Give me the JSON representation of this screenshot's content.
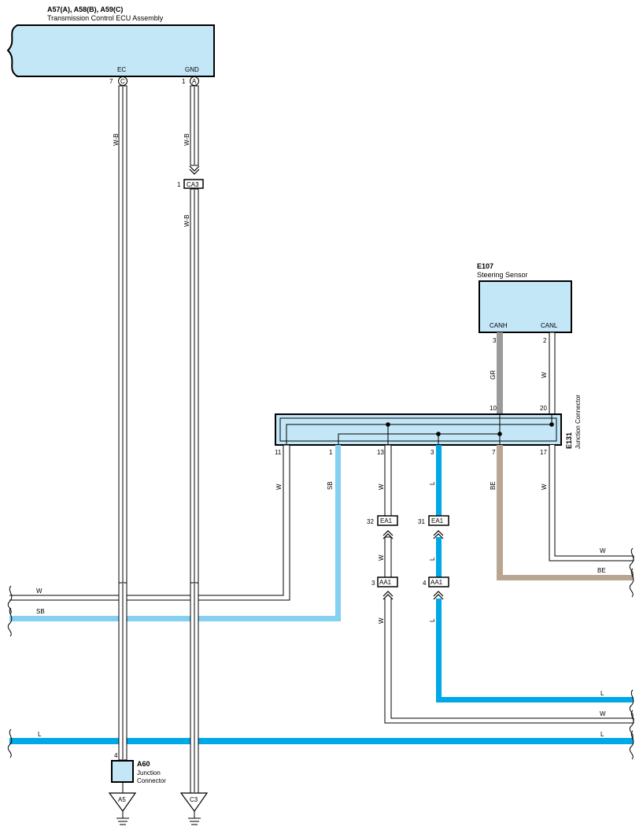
{
  "colors": {
    "component_fill": "#c4e7f7",
    "outline": "#000000",
    "wire_white": "#ffffff",
    "wire_light_blue": "#84d0f0",
    "wire_blue": "#00a9e6",
    "wire_gray": "#9a9a9a",
    "wire_beige": "#b9a692"
  },
  "icons": {
    "ground": "ground-icon",
    "splice": "splice-dot-icon",
    "break": "wave-break-icon",
    "connector": "double-chevron-icon"
  },
  "ecu": {
    "ref": "A57(A), A58(B), A59(C)",
    "name": "Transmission Control ECU Assembly",
    "pins": [
      {
        "terminal": "EC",
        "number": "7",
        "connector": "C"
      },
      {
        "terminal": "GND",
        "number": "1",
        "connector": "A"
      }
    ]
  },
  "sensor": {
    "ref": "E107",
    "name": "Steering Sensor",
    "pins": [
      {
        "terminal": "CANH",
        "number": "3"
      },
      {
        "terminal": "CANL",
        "number": "2"
      }
    ]
  },
  "junction": {
    "ref": "E131",
    "name": "Junction Connector",
    "top_pins": [
      "10",
      "20"
    ],
    "bottom_pins": [
      "11",
      "1",
      "13",
      "3",
      "7",
      "17"
    ]
  },
  "junction_a60": {
    "ref": "A60",
    "name_line1": "Junction",
    "name_line2": "Connector",
    "pin": "4"
  },
  "connectors": [
    {
      "pin": "1",
      "label": "CA3"
    },
    {
      "pin": "32",
      "label": "EA1"
    },
    {
      "pin": "31",
      "label": "EA1"
    },
    {
      "pin": "3",
      "label": "AA1"
    },
    {
      "pin": "4",
      "label": "AA1"
    }
  ],
  "grounds": [
    "A5",
    "C3"
  ],
  "wire_labels": {
    "ec": "W-B",
    "gnd_upper": "W-B",
    "gnd_lower": "W-B",
    "canh": "GR",
    "canl": "W",
    "pin11": "W",
    "pin1": "SB",
    "pin13_a": "W",
    "pin13_b": "W",
    "pin13_c": "W",
    "pin3_a": "L",
    "pin3_b": "L",
    "pin3_c": "L",
    "pin7": "BE",
    "pin17": "W"
  },
  "bus_labels": {
    "left_w": "W",
    "left_sb": "SB",
    "left_l": "L",
    "right_w_top": "W",
    "right_be": "BE",
    "right_l_upper": "L",
    "right_w_lower": "W",
    "right_l_bottom": "L"
  }
}
